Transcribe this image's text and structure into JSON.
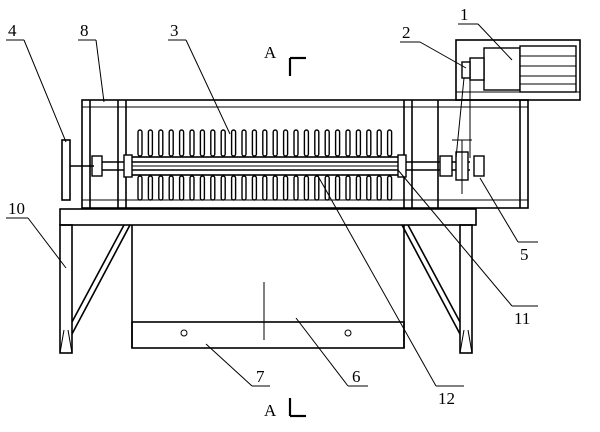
{
  "labels": {
    "l1": "1",
    "l2": "2",
    "l3": "3",
    "l4": "4",
    "l5": "5",
    "l6": "6",
    "l7": "7",
    "l8": "8",
    "l10": "10",
    "l11": "11",
    "l12": "12",
    "sectionTop": "A",
    "sectionBottom": "A"
  }
}
